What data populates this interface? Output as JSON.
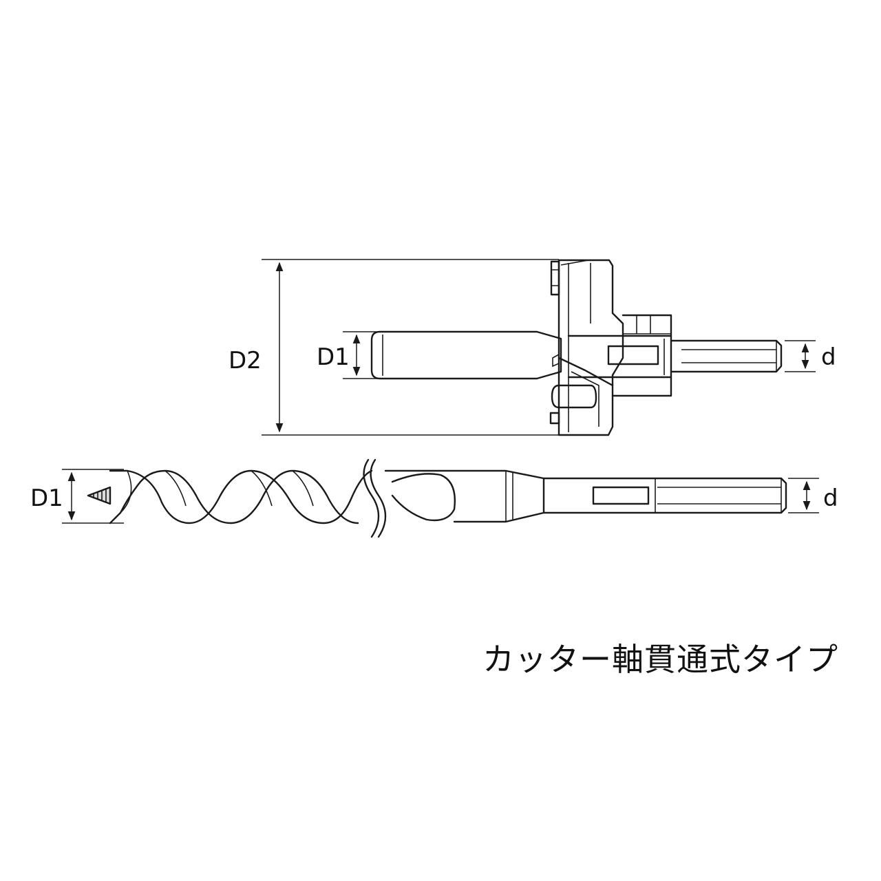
{
  "labels": {
    "d2": "D2",
    "d1_top": "D1",
    "d_top": "d",
    "d1_bottom": "D1",
    "d_bottom": "d"
  },
  "caption": "カッター軸貫通式タイプ"
}
